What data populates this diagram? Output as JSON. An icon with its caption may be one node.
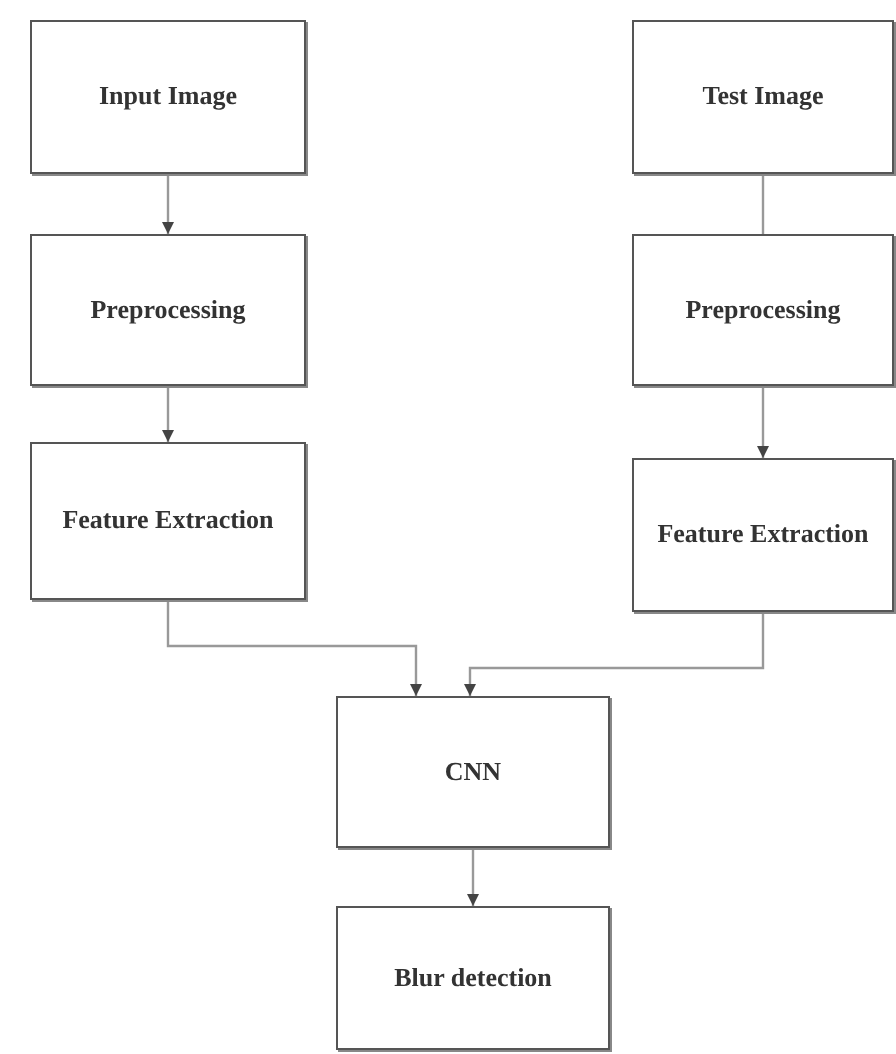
{
  "diagram": {
    "nodes": [
      {
        "text": [
          "Input Image"
        ]
      },
      {
        "text": [
          "Preprocessing"
        ]
      },
      {
        "text": [
          "Feature Extraction"
        ]
      },
      {
        "text": [
          "Test Image"
        ]
      },
      {
        "text": [
          "Preprocessing"
        ]
      },
      {
        "text": [
          "Feature Extraction"
        ]
      },
      {
        "text": [
          "CNN"
        ]
      },
      {
        "text": [
          "Blur detection"
        ]
      }
    ],
    "edges": [
      {
        "from": 0,
        "to": 1,
        "arrow": "to"
      },
      {
        "from": 1,
        "to": 2,
        "arrow": "to"
      },
      {
        "from": 3,
        "to": 4,
        "arrow": "none"
      },
      {
        "from": 4,
        "to": 5,
        "arrow": "to"
      },
      {
        "from": 2,
        "to": 6,
        "arrow": "to"
      },
      {
        "from": 5,
        "to": 6,
        "arrow": "to"
      },
      {
        "from": 6,
        "to": 7,
        "arrow": "to"
      }
    ]
  }
}
